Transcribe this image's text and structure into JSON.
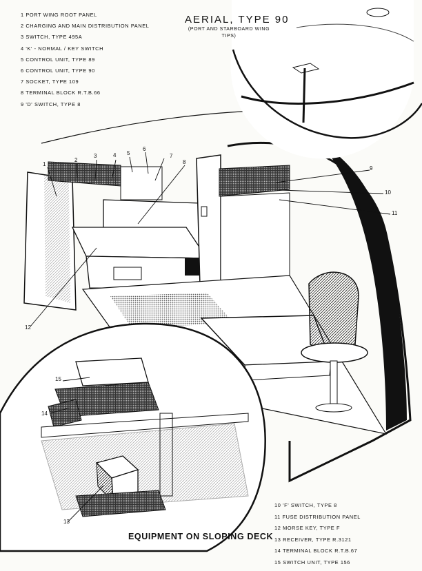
{
  "legend_top": [
    "1 Port wing root panel",
    "2 Charging and main distribution panel",
    "3 Switch, type 495A",
    "4 'K' - Normal / Key switch",
    "5 Control unit, type 89",
    "6 Control unit, type 90",
    "7 Socket, type 109",
    "8 Terminal block R.T.B.66",
    "9 'D' Switch, type 8"
  ],
  "legend_bottom": [
    "10 'F' Switch, type 8",
    "11 Fuse distribution panel",
    "12 Morse key, type F",
    "13 Receiver, type R.3121",
    "14 Terminal block R.T.B.67",
    "15 Switch unit, type 156"
  ],
  "aerial_title": "AERIAL, TYPE 90",
  "aerial_subtitle": "(PORT AND STARBOARD WING TIPS)",
  "inset_caption": "EQUIPMENT ON SLOPING DECK",
  "callouts": [
    "1",
    "2",
    "3",
    "4",
    "5",
    "6",
    "7",
    "8",
    "9",
    "10",
    "11",
    "12",
    "13",
    "14",
    "15"
  ],
  "colors": {
    "ink": "#111111",
    "paper": "#fbfbf8",
    "shade": "#555555"
  }
}
